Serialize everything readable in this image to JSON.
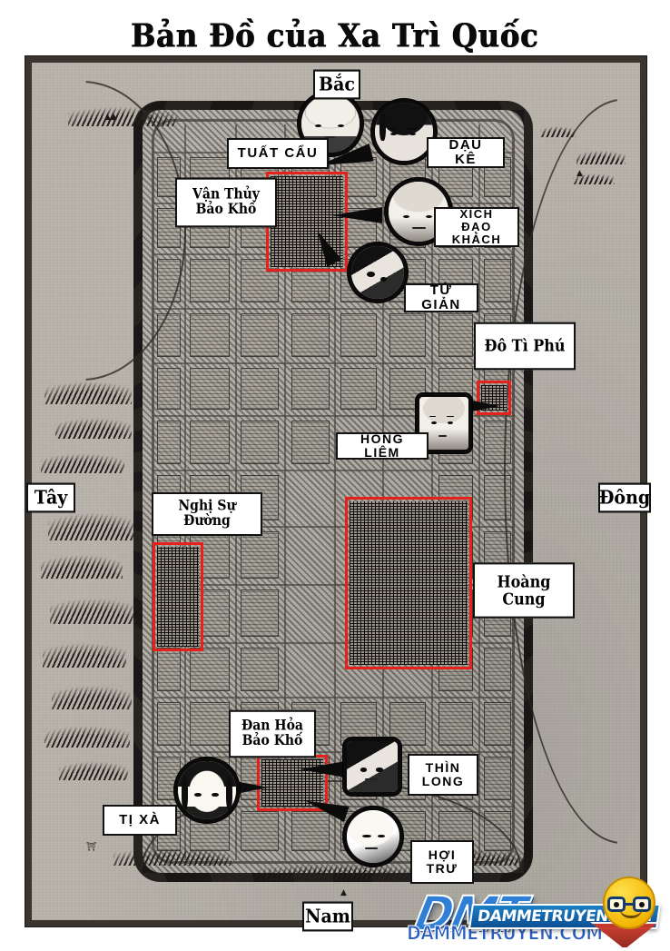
{
  "title": "Bản Đồ của Xa Trì Quốc",
  "compass": {
    "north": "Bắc",
    "south": "Nam",
    "east": "Đông",
    "west": "Tây"
  },
  "place_labels": [
    {
      "id": "van-thuy-bao-kho",
      "text": "Vận Thủy\nBảo Khố",
      "style": "gothic"
    },
    {
      "id": "do-ti-phu",
      "text": "Đô Tì Phú",
      "style": "gothic"
    },
    {
      "id": "nghi-su-duong",
      "text": "Nghị Sự Đường",
      "style": "gothic"
    },
    {
      "id": "hoang-cung",
      "text": "Hoàng Cung",
      "style": "gothic"
    },
    {
      "id": "dan-hoa-bao-kho",
      "text": "Đan Hỏa\nBảo Khố",
      "style": "gothic"
    }
  ],
  "character_labels": [
    {
      "id": "tuat-cau",
      "text": "TUẤT CẨU"
    },
    {
      "id": "dau-ke",
      "text": "DẬU KÊ"
    },
    {
      "id": "xich-dao-khach",
      "text": "XÍCH ĐẠO\nKHÁCH"
    },
    {
      "id": "tu-gian",
      "text": "TỨ GIẢN"
    },
    {
      "id": "hong-liem",
      "text": "HỒNG LIÊM"
    },
    {
      "id": "ti-xa",
      "text": "TỊ XÀ"
    },
    {
      "id": "thin-long",
      "text": "THÌN\nLONG"
    },
    {
      "id": "hoi-tru",
      "text": "HỢI\nTRƯ"
    }
  ],
  "labels": {
    "van_thuy_bao_kho": "Vận Thủy\nBảo Khố",
    "do_ti_phu": "Đô Tì Phú",
    "nghi_su_duong": "Nghị Sự Đường",
    "hoang_cung": "Hoàng Cung",
    "dan_hoa_bao_kho": "Đan Hỏa\nBảo Khố",
    "tuat_cau": "TUẤT CẨU",
    "dau_ke": "DẬU KÊ",
    "xich_dao_khach": "XÍCH ĐẠO\nKHÁCH",
    "tu_gian": "TỨ GIẢN",
    "hong_liem": "HỒNG LIÊM",
    "ti_xa": "TỊ XÀ",
    "thin_long": "THÌN\nLONG",
    "hoi_tru": "HỢI\nTRƯ"
  },
  "watermark": {
    "logo": "DMT",
    "url": "DAMMETRUYEN.COM",
    "url_banner": "DAMMETRUYEN.COM",
    "emoji": "nerd-face-emoji"
  },
  "colors": {
    "highlight_box": "#e8201b",
    "paper": "#b9b5ad",
    "ink": "#241f1a",
    "frame": "#3a352f",
    "watermark_blue": "#2f7fd6"
  }
}
